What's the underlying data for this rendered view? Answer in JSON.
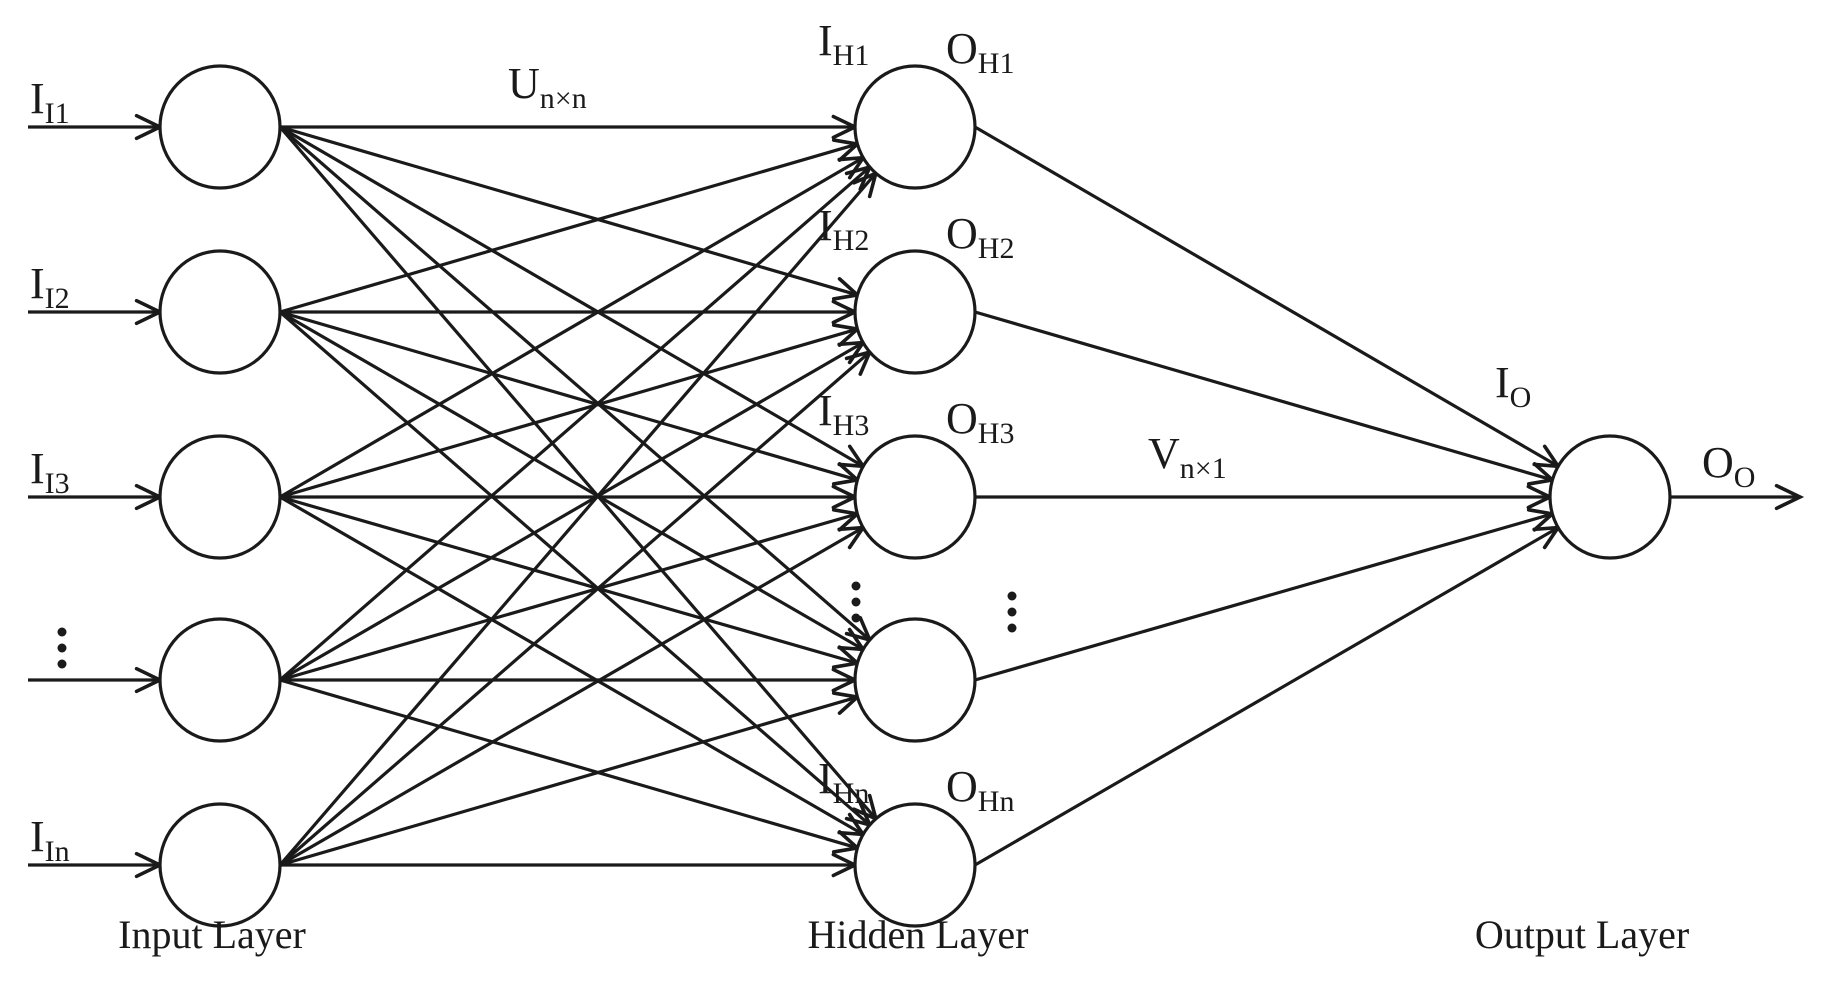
{
  "diagram": {
    "title": "Neural network with input, hidden and output layers",
    "layers": {
      "input": {
        "label": "Input Layer",
        "nodes": [
          {
            "main": "I",
            "sub": "I1"
          },
          {
            "main": "I",
            "sub": "I2"
          },
          {
            "main": "I",
            "sub": "I3"
          },
          {
            "main": "",
            "sub": "",
            "ellipsis": true
          },
          {
            "main": "I",
            "sub": "In"
          }
        ]
      },
      "hidden": {
        "label": "Hidden Layer",
        "nodes": [
          {
            "in_main": "I",
            "in_sub": "H1",
            "out_main": "O",
            "out_sub": "H1"
          },
          {
            "in_main": "I",
            "in_sub": "H2",
            "out_main": "O",
            "out_sub": "H2"
          },
          {
            "in_main": "I",
            "in_sub": "H3",
            "out_main": "O",
            "out_sub": "H3"
          },
          {
            "in_main": "",
            "in_sub": "",
            "out_main": "",
            "out_sub": "",
            "ellipsis": true
          },
          {
            "in_main": "I",
            "in_sub": "Hn",
            "out_main": "O",
            "out_sub": "Hn"
          }
        ]
      },
      "output": {
        "label": "Output Layer",
        "in_main": "I",
        "in_sub": "O",
        "out_main": "O",
        "out_sub": "O"
      }
    },
    "weights": {
      "input_hidden": {
        "main": "U",
        "sub": "n×n"
      },
      "hidden_output": {
        "main": "V",
        "sub": "n×1"
      }
    },
    "connectivity": "fully-connected",
    "colors": {
      "ink": "#1a1a1a",
      "background": "#ffffff"
    }
  }
}
